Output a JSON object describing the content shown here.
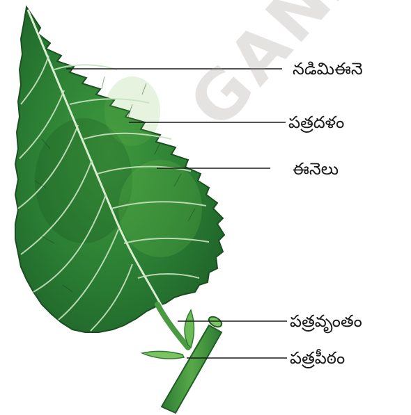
{
  "labels": {
    "midrib": "నడిమిఈనె",
    "lamina": "పత్రదళం",
    "veins": "ఈనెలు",
    "petiole": "పత్రవృంతం",
    "leaf_base": "పత్రపీఠం"
  },
  "watermark": "GANA",
  "colors": {
    "leaf_dark": "#1f6b2c",
    "leaf_mid": "#2f8a3a",
    "leaf_light": "#6bb04a",
    "vein": "#c9e3c0",
    "stem": "#3a8d3c",
    "line": "#1a1a1a"
  }
}
